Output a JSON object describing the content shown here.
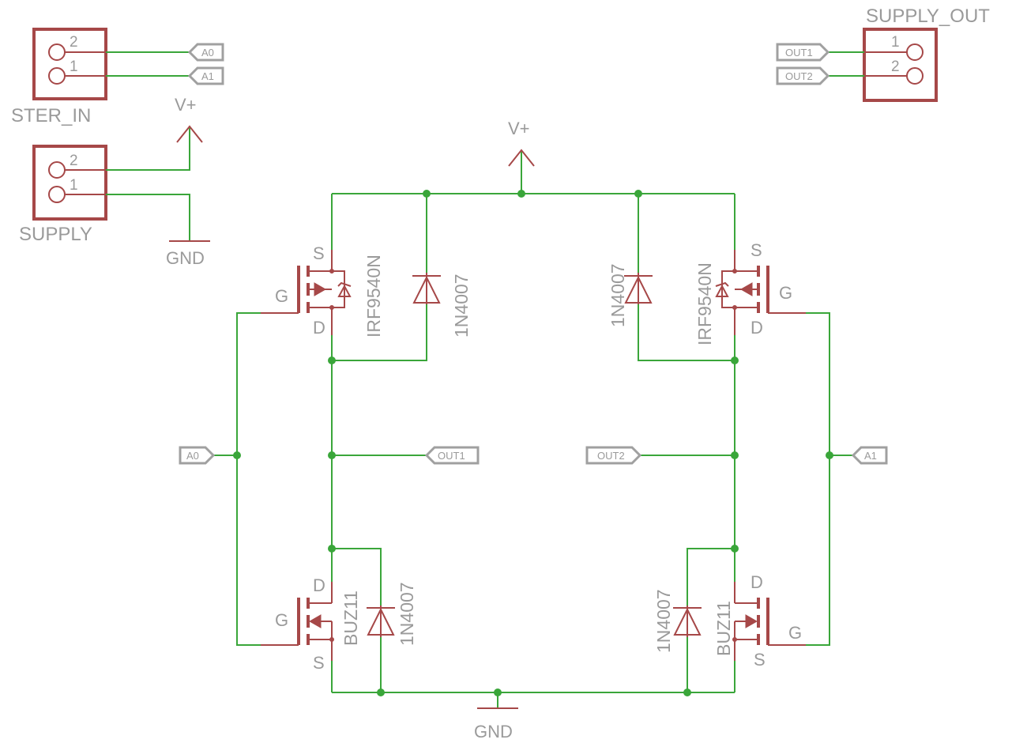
{
  "colors": {
    "wire": "#3aa63a",
    "symbol": "#a64848",
    "label": "#9a9a9a",
    "port_frame": "#a0a0a0"
  },
  "connectors": {
    "ster_in": {
      "name": "STER_IN",
      "pin_top": "2",
      "pin_bottom": "1"
    },
    "supply": {
      "name": "SUPPLY",
      "pin_top": "2",
      "pin_bottom": "1"
    },
    "supply_out": {
      "name": "SUPPLY_OUT",
      "pin_top": "1",
      "pin_bottom": "2"
    }
  },
  "power": {
    "vplus": "V+",
    "gnd": "GND"
  },
  "ports": {
    "a0": "A0",
    "a1": "A1",
    "out1": "OUT1",
    "out2": "OUT2"
  },
  "pmos": {
    "part": "IRF9540N",
    "gate": "G",
    "drain": "D",
    "source": "S"
  },
  "nmos": {
    "part": "BUZ11",
    "gate": "G",
    "drain": "D",
    "source": "S"
  },
  "diode": {
    "part": "1N4007"
  }
}
